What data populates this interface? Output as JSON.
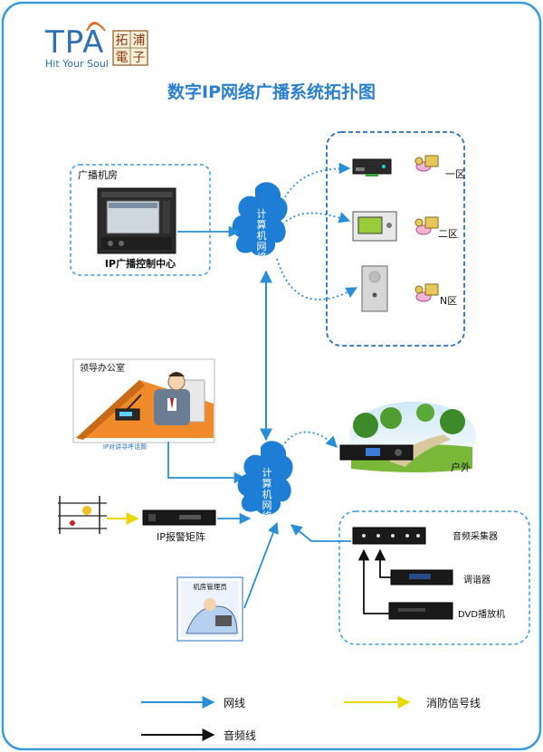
{
  "brand": {
    "logo_text": "TPA",
    "tagline": "Hit Your Soul",
    "seal_chars": [
      "拓",
      "浦",
      "電",
      "子"
    ]
  },
  "title": "数字IP网络广播系统拓扑图",
  "broadcast_room": {
    "label": "广播机房",
    "device_label": "IP广播控制中心"
  },
  "network_cloud": {
    "chars": [
      "计",
      "算",
      "机",
      "网",
      "络"
    ]
  },
  "zones": [
    {
      "label": "一区"
    },
    {
      "label": "二区"
    },
    {
      "label": "N区"
    }
  ],
  "leader_office": {
    "label": "领导办公室",
    "device_label": "IP对讲寻呼话筒"
  },
  "outdoor": {
    "label": "户外"
  },
  "alarm": {
    "label": "IP报警矩阵"
  },
  "duty_room": {
    "label": "机房管理员"
  },
  "audio_sources": {
    "items": [
      {
        "label": "音频采集器"
      },
      {
        "label": "调谐器"
      },
      {
        "label": "DVD播放机"
      }
    ]
  },
  "legend": {
    "network_line": "网线",
    "fire_line": "消防信号线",
    "audio_line": "音频线"
  },
  "colors": {
    "network": "#2a8fd8",
    "fire": "#e8d800",
    "audio": "#111111",
    "border": "#3a9be0",
    "title": "#2a7fd0",
    "cloud": "#1e7ed6"
  }
}
